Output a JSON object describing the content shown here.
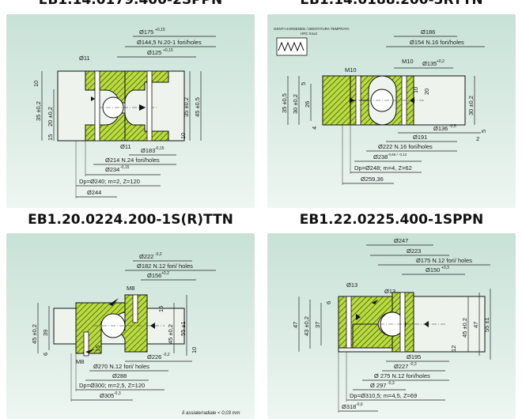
{
  "panels": [
    {
      "title": "EB1.14.0179.400-2SPPN",
      "dims": {
        "d175": "Ø175",
        "d175_tol": "+0,15",
        "d1445": "Ø144,5  N.20-1 fori/holes",
        "d125": "Ø125",
        "d125_tol": "+0,15",
        "d11a": "Ø11",
        "d11b": "Ø11",
        "d183": "Ø183",
        "d183_tol": "-0,15",
        "d214": "Ø214  N.24 fori/holes",
        "d234": "Ø234",
        "d234_tol": "-0,15",
        "dp": "Dp=Ø240; m=2, Z=120",
        "d244": "Ø244",
        "h35": "35 ±0,2",
        "h20": "20 ±0,2",
        "h15": "15",
        "h10": "10",
        "h35r": "35 ±0,2",
        "h45": "45 ±0,5",
        "h10b": "10"
      }
    },
    {
      "title": "EB1.14.0188.200-3RTTN",
      "dims": {
        "hardened": "GENTI HARDENED / DENTATURA TEMPRATA",
        "hrc": "HRC 54±2",
        "d186": "Ø186",
        "d154": "Ø154  N.16 fori/holes",
        "m10a": "M10",
        "m10b": "M10",
        "d135": "Ø135",
        "d135_tol": "+0,2",
        "d136": "Ø136",
        "d136_tol": "-0,5",
        "d191": "Ø191",
        "d222": "Ø222  N.16 fori/holes",
        "d238": "Ø238",
        "d238_tol": "-0,66 / -0,12",
        "dp": "Dp=Ø248; m=4, Z=62",
        "d259": "Ø259,36",
        "h35": "35 ±0,5",
        "h30": "30 ±0,2",
        "h26": "26",
        "h5": "5",
        "h4": "4",
        "h10": "10",
        "h20": "20",
        "h30r": "30 ±0,2",
        "h5r": "5",
        "h2": "2"
      }
    },
    {
      "title": "EB1.20.0224.200-1S(R)TTN",
      "dims": {
        "d222": "Ø222",
        "d222_tol": "-0,2",
        "d182": "Ø182  N.12 fori/ holes",
        "d156": "Ø156",
        "d156_tol": "+0,2",
        "m8a": "M8",
        "m8b": "M8",
        "d226": "Ø226",
        "d226_tol": "-0,2",
        "d270": "Ø270  N.12 fori/ holes",
        "d288": "Ø288",
        "dp": "Dp=Ø300; m=2,5, Z=120",
        "d305": "Ø305",
        "d305_tol": "-0,3",
        "h45": "45 ±0,2",
        "h39": "39",
        "h6": "6",
        "h15": "15",
        "h15b": "15",
        "h45r": "45 ±0,2",
        "h55": "55 ±1",
        "h10": "10",
        "note": "δ assiale/radiale < 0,03 mm"
      }
    },
    {
      "title": "EB1.22.0225.400-1SPPN",
      "dims": {
        "d247": "Ø247",
        "d223": "Ø223",
        "d175": "Ø175  N.12 fori/ holes",
        "d150": "Ø150",
        "d150_tol": "+0,3",
        "d13a": "Ø13",
        "d13b": "Ø13",
        "d195": "Ø195",
        "d227": "Ø227",
        "d227_tol": "-0,3",
        "d275": "Ø 275  N.12 fori/holes",
        "d297": "Ø 297",
        "d297_tol": "-0,3",
        "dp": "Dp=Ø310,5; m=4,5, Z=69",
        "d318": "Ø318",
        "d318_tol": "-0,6",
        "h47": "47",
        "h43": "43 ±0,2",
        "h37": "37",
        "h6": "6",
        "h45r": "45 ±0,2",
        "h47r": "47",
        "h55": "55 ±1",
        "h12": "12"
      }
    }
  ]
}
